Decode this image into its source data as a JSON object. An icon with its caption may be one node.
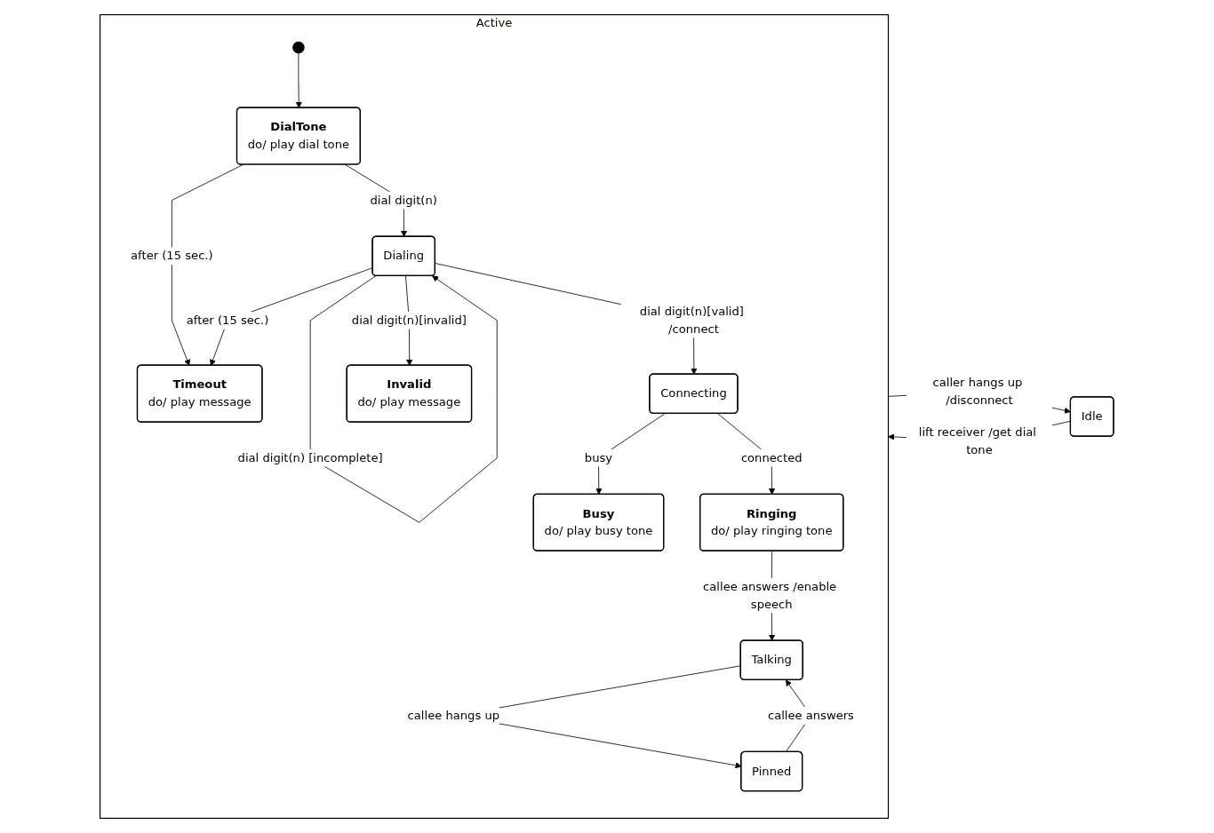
{
  "diagram": {
    "nodes": [
      {
        "text": [
          "Active"
        ]
      },
      {
        "text": [
          "Timeout",
          "do/ play message"
        ],
        "in": 0
      },
      {
        "text": [
          "DialTone",
          "do/ play dial tone"
        ],
        "in": 0
      },
      {
        "text": [
          "Dialing"
        ],
        "in": 0
      },
      {
        "text": [
          "Invalid",
          "do/ play message"
        ],
        "in": 0
      },
      {
        "text": [
          "Idle"
        ]
      },
      {
        "text": [],
        "shape": "circle",
        "in": 0
      },
      {
        "text": [
          "Connecting"
        ],
        "in": 0
      },
      {
        "text": [
          "Pinned"
        ],
        "in": 0
      },
      {
        "text": [
          "Busy",
          "do/ play busy tone"
        ],
        "in": 0
      },
      {
        "text": [
          "Talking"
        ],
        "in": 0
      },
      {
        "text": [
          "Ringing",
          "do/ play ringing tone"
        ],
        "in": 0
      }
    ],
    "edges": [
      {
        "from": 5,
        "to": 0,
        "arrow": "to",
        "label": "lift receiver /get dial tone"
      },
      {
        "from": 0,
        "to": 5,
        "arrow": "to",
        "label": "caller hangs up /disconnect"
      },
      {
        "from": 6,
        "to": 2,
        "arrow": "to"
      },
      {
        "from": 2,
        "to": 1,
        "arrow": "to",
        "label": "after (15 sec.)"
      },
      {
        "from": 2,
        "to": 3,
        "arrow": "to",
        "label": "dial digit(n)"
      },
      {
        "from": 3,
        "to": 1,
        "arrow": "to",
        "label": "after (15 sec.)"
      },
      {
        "from": 3,
        "to": 3,
        "arrow": "to",
        "label": "dial digit(n) [incomplete]"
      },
      {
        "from": 3,
        "to": 4,
        "arrow": "to",
        "label": "dial digit(n)[invalid]"
      },
      {
        "from": 3,
        "to": 7,
        "arrow": "to",
        "label": "dial digit(n)[valid] /connect"
      },
      {
        "from": 7,
        "to": 9,
        "arrow": "to",
        "label": "busy"
      },
      {
        "from": 7,
        "to": 11,
        "arrow": "to",
        "label": "connected"
      },
      {
        "from": 11,
        "to": 10,
        "arrow": "to",
        "label": "callee answers /enable speech"
      },
      {
        "from": 8,
        "to": 10,
        "arrow": "to",
        "label": "callee answers"
      },
      {
        "from": 10,
        "to": 8,
        "arrow": "to",
        "label": "callee hangs up"
      }
    ]
  }
}
